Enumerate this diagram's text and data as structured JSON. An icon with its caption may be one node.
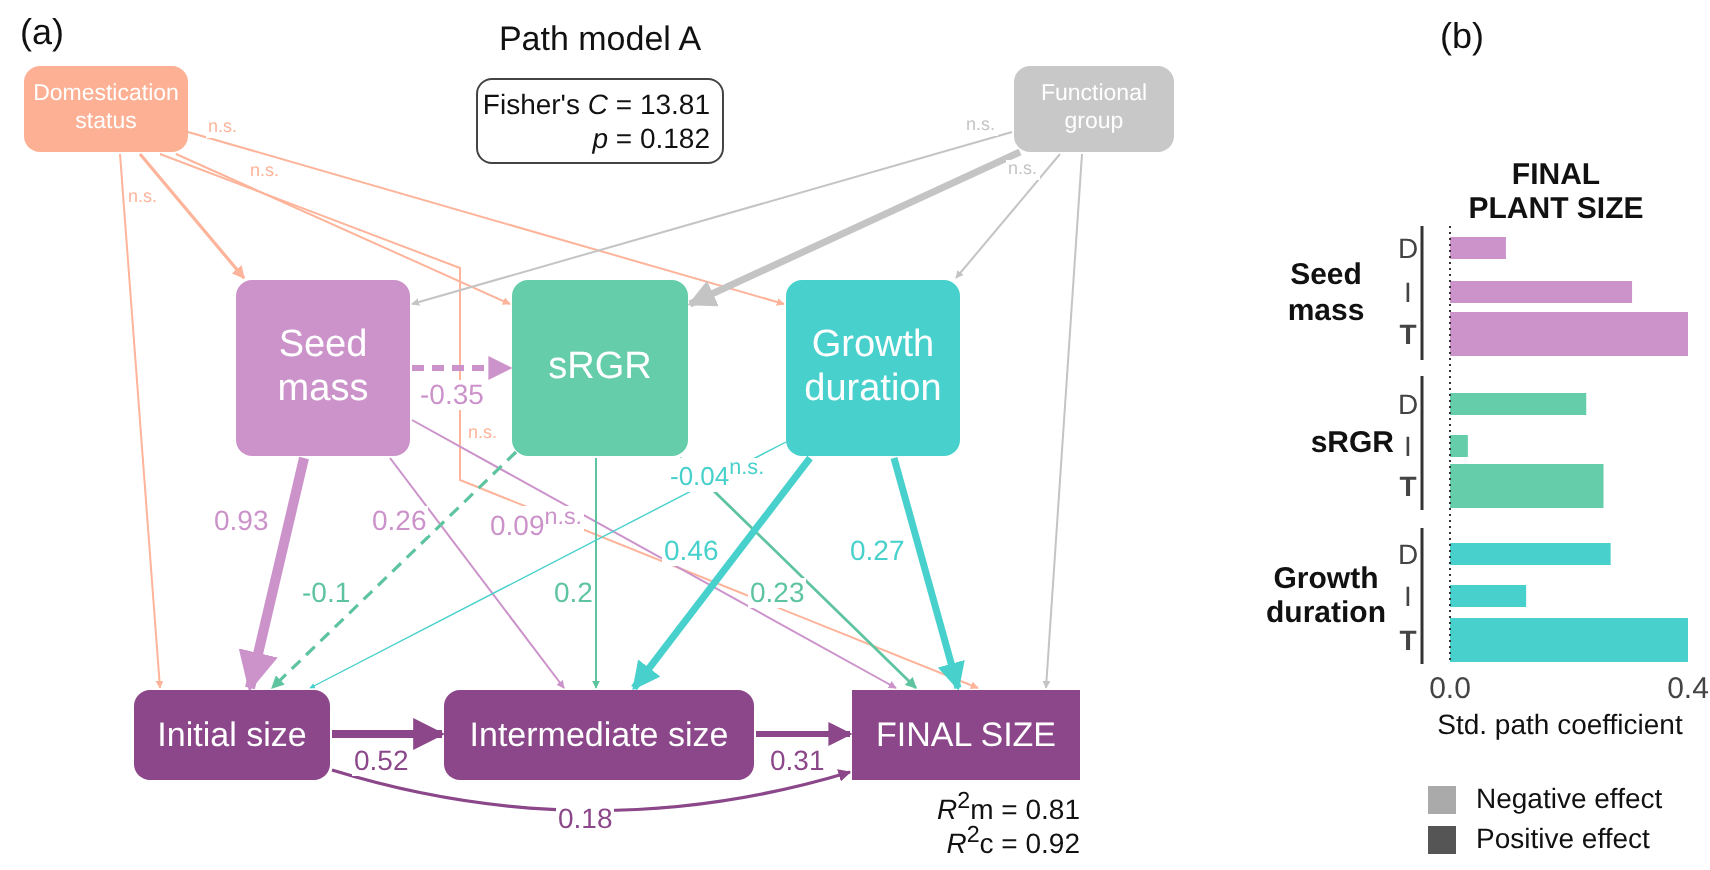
{
  "diagram": {
    "title": "Path model A",
    "nodes": [
      {
        "text": [
          "Domestication status"
        ]
      },
      {
        "text": [
          "Functional group"
        ]
      },
      {
        "text": [
          "Seed mass"
        ]
      },
      {
        "text": [
          "sRGR"
        ]
      },
      {
        "text": [
          "Growth duration"
        ]
      },
      {
        "text": [
          "Initial size"
        ]
      },
      {
        "text": [
          "Intermediate size"
        ]
      },
      {
        "text": [
          "FINAL SIZE"
        ],
        "beside": [
          "*R*$^{2}$m = 0.81",
          "*R*$^{2}$c = 0.92"
        ]
      },
      {
        "text": [
          "Fisher's *C* = 13.81",
          "*p* = 0.182"
        ]
      }
    ],
    "edges": [
      {
        "from": 0,
        "to": 2,
        "arrow": "to",
        "color": "#fdb49a"
      },
      {
        "from": 0,
        "to": 3,
        "arrow": "to",
        "label": "n.s.",
        "color": "#fdb49a"
      },
      {
        "from": 0,
        "to": 4,
        "arrow": "to",
        "label": "n.s.",
        "color": "#fdb49a"
      },
      {
        "from": 0,
        "to": 7,
        "arrow": "to",
        "label": "n.s.",
        "color": "#fdb49a"
      },
      {
        "from": 0,
        "to": 5,
        "arrow": "to",
        "label": "n.s.",
        "color": "#fdb49a"
      },
      {
        "from": 1,
        "to": 2,
        "arrow": "to",
        "label": "n.s.",
        "color": "#c4c4c4"
      },
      {
        "from": 1,
        "to": 3,
        "arrow": "to",
        "style": "thick",
        "color": "#c4c4c4"
      },
      {
        "from": 1,
        "to": 4,
        "arrow": "to",
        "label": "n.s.",
        "color": "#c4c4c4"
      },
      {
        "from": 1,
        "to": 7,
        "arrow": "to",
        "color": "#c4c4c4"
      },
      {
        "from": 2,
        "to": 3,
        "arrow": "to",
        "label": "-0.35",
        "style": "dashed",
        "color": "#cc93cb"
      },
      {
        "from": 2,
        "to": 5,
        "arrow": "to",
        "label": "0.93",
        "style": "thick",
        "color": "#cc93cb"
      },
      {
        "from": 2,
        "to": 6,
        "arrow": "to",
        "label": "0.26",
        "color": "#cc93cb"
      },
      {
        "from": 2,
        "to": 7,
        "arrow": "to",
        "label": "0.09$^{n.s.}$",
        "color": "#cc93cb"
      },
      {
        "from": 3,
        "to": 5,
        "arrow": "to",
        "label": "-0.1",
        "style": "dashed",
        "color": "#5ec4a0"
      },
      {
        "from": 3,
        "to": 6,
        "arrow": "to",
        "label": "0.2",
        "color": "#5ec4a0"
      },
      {
        "from": 3,
        "to": 7,
        "arrow": "to",
        "label": "0.23",
        "color": "#5ec4a0"
      },
      {
        "from": 4,
        "to": 5,
        "arrow": "to",
        "label": "-0.04$^{n.s.}$",
        "color": "#48d1cc"
      },
      {
        "from": 4,
        "to": 6,
        "arrow": "to",
        "label": "0.46",
        "style": "thick",
        "color": "#48d1cc"
      },
      {
        "from": 4,
        "to": 7,
        "arrow": "to",
        "label": "0.27",
        "style": "thick",
        "color": "#48d1cc"
      },
      {
        "from": 5,
        "to": 6,
        "arrow": "to",
        "label": "0.52",
        "style": "thick",
        "color": "#8b4789"
      },
      {
        "from": 6,
        "to": 7,
        "arrow": "to",
        "label": "0.31",
        "style": "thick",
        "color": "#8b4789"
      },
      {
        "from": 5,
        "to": 7,
        "arrow": "to",
        "label": "0.18",
        "color": "#8b4789"
      }
    ],
    "labels": [
      "(a)",
      "(b)"
    ],
    "legend": [
      {
        "text": "Negative effect",
        "color": "#aaaaaa"
      },
      {
        "text": "Positive effect",
        "color": "#555555"
      }
    ],
    "chart_data": {
      "type": "bar",
      "orientation": "horizontal",
      "title": "FINAL PLANT SIZE",
      "xlabel": "Std. path coefficient",
      "categories": [
        "D",
        "I",
        "T",
        "D",
        "I",
        "T",
        "D",
        "I",
        "T"
      ],
      "series": [
        {
          "name": "Seed mass",
          "color": "#cc93cb",
          "values": [
            0.094,
            0.306,
            0.4,
            null,
            null,
            null,
            null,
            null,
            null
          ]
        },
        {
          "name": "sRGR",
          "color": "#66cdaa",
          "values": [
            null,
            null,
            null,
            0.229,
            0.03,
            0.258,
            null,
            null,
            null
          ]
        },
        {
          "name": "Growth duration",
          "color": "#48d1cc",
          "values": [
            null,
            null,
            null,
            null,
            null,
            null,
            0.27,
            0.128,
            0.4
          ]
        }
      ],
      "xlim": [
        0,
        0.4
      ],
      "xticks": [
        {
          "value": 0,
          "label": "0.0"
        },
        0.4
      ]
    }
  }
}
